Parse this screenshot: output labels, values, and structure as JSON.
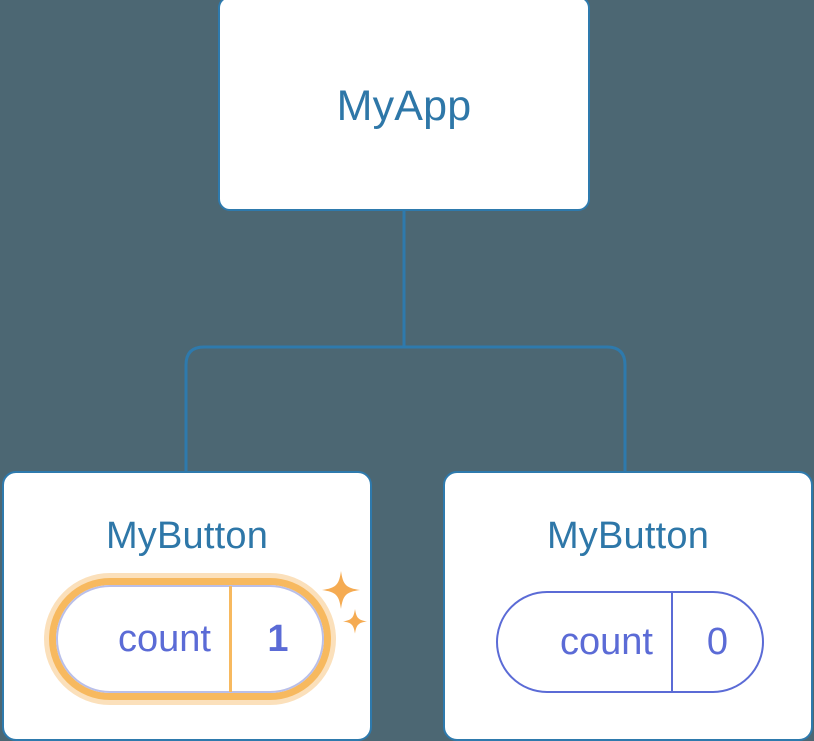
{
  "diagram": {
    "kind": "component-tree",
    "background_color": "#4c6773",
    "node_border_color": "#2e7aad",
    "node_fill_color": "#ffffff",
    "title_color": "#2e77a8",
    "connector_color": "#2e7aad",
    "state_color": "#5b6bd6",
    "highlight_color": "#f7b95f",
    "highlight_glow_color": "#fbe0bb"
  },
  "root": {
    "title": "MyApp"
  },
  "children": [
    {
      "title": "MyButton",
      "highlighted": true,
      "state": {
        "key": "count",
        "value": "1"
      },
      "sparkle_large": "sparkle-icon",
      "sparkle_small": "sparkle-icon"
    },
    {
      "title": "MyButton",
      "highlighted": false,
      "state": {
        "key": "count",
        "value": "0"
      }
    }
  ]
}
